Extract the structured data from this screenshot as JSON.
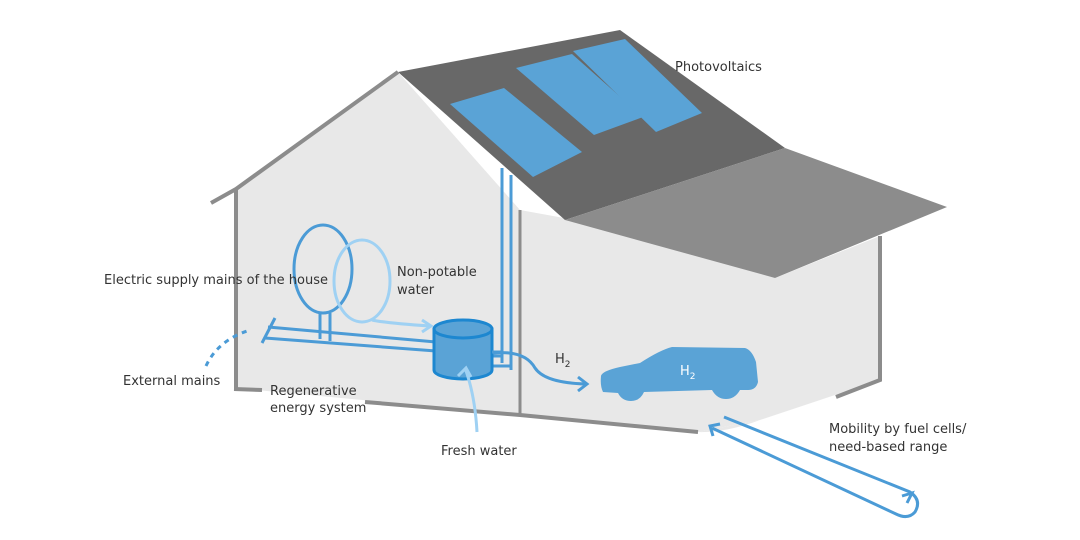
{
  "diagram": {
    "title": "Hydrogen house energy system",
    "colors": {
      "wall_fill": "#e8e8e8",
      "wall_outline": "#8c8c8c",
      "roof_dark": "#686868",
      "roof_light": "#8c8c8c",
      "solar_panel": "#5aa3d6",
      "pipe_blue": "#4b9bd6",
      "pipe_light": "#9fd1f3",
      "tank_fill": "#5aa3d6",
      "tank_stroke": "#1d87d0",
      "car": "#5aa3d6",
      "text": "#333333"
    },
    "labels": {
      "photovoltaics": "Photovoltaics",
      "electric_supply": "Electric supply mains of the house",
      "non_potable_line1": "Non-potable",
      "non_potable_line2": "water",
      "external_mains": "External mains",
      "regenerative_line1": "Regenerative",
      "regenerative_line2": "energy system",
      "fresh_water": "Fresh water",
      "h2_pipe_main": "H",
      "h2_pipe_sub": "2",
      "h2_car_main": "H",
      "h2_car_sub": "2",
      "mobility_line1": "Mobility by fuel cells/",
      "mobility_line2": "need-based range"
    },
    "components": [
      {
        "name": "photovoltaic-panel",
        "count": 3
      },
      {
        "name": "water-tank"
      },
      {
        "name": "fuel-cell-car"
      },
      {
        "name": "electric-supply-loop"
      },
      {
        "name": "non-potable-water-loop"
      }
    ]
  }
}
